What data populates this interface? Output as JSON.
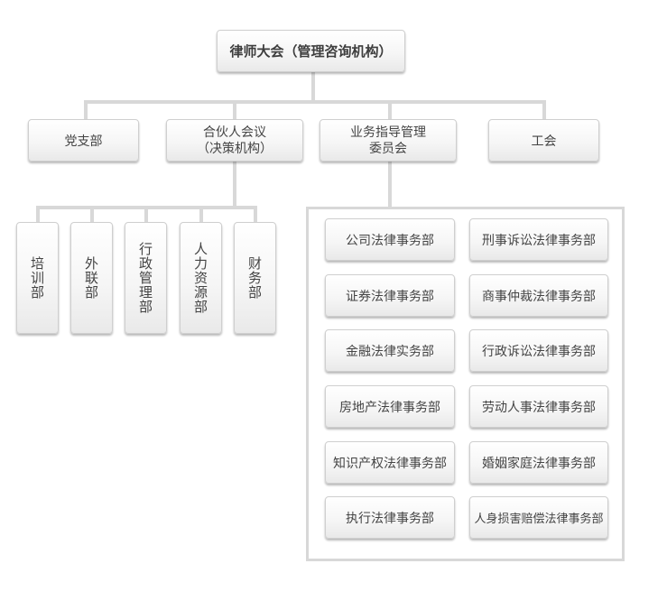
{
  "top": "律师大会（管理咨询机构）",
  "level2": {
    "party": "党支部",
    "partners_line1": "合伙人会议",
    "partners_line2": "（决策机构）",
    "guidance_line1": "业务指导管理",
    "guidance_line2": "委员会",
    "union": "工会"
  },
  "admin_depts": [
    "培训部",
    "外联部",
    "行政管理部",
    "人力资源部",
    "财务部"
  ],
  "business_depts": [
    "公司法律事务部",
    "刑事诉讼法律事务部",
    "证券法律事务部",
    "商事仲裁法律事务部",
    "金融法律实务部",
    "行政诉讼法律事务部",
    "房地产法律事务部",
    "劳动人事法律事务部",
    "知识产权法律事务部",
    "婚姻家庭法律事务部",
    "执行法律事务部",
    "人身损害赔偿法律事务部"
  ]
}
